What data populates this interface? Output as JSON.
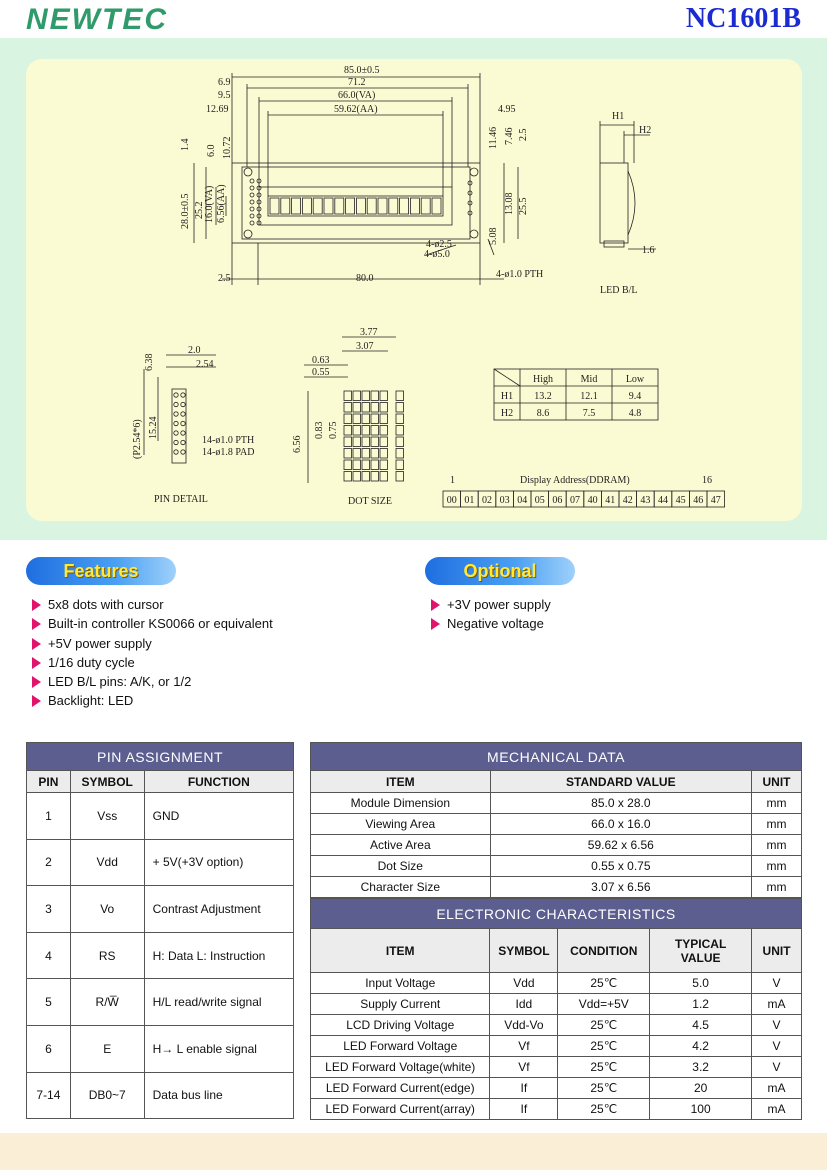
{
  "header": {
    "brand": "NEWTEC",
    "model": "NC1601B"
  },
  "drawing": {
    "dims": {
      "overall_w": "85.0±0.5",
      "w1": "71.2",
      "va": "66.0(VA)",
      "aa": "59.62(AA)",
      "l1": "6.9",
      "l2": "9.5",
      "l3": "12.69",
      "r1": "4.95",
      "v1": "1.4",
      "v2": "6.0",
      "v3": "10.72",
      "h_overall": "28.0±0.5",
      "h2": "25.2",
      "h_va": "16.0(VA)",
      "h_aa": "6.56(AA)",
      "rv1": "11.46",
      "rv2": "7.46",
      "rv3": "2.5",
      "rv4": "13.08",
      "rv5": "25.5",
      "rv6": "5.08",
      "hole1": "4-ø2.5",
      "hole2": "4-ø5.0",
      "pth": "4-ø1.0 PTH",
      "bottom_l": "2.5",
      "bottom_w": "80.0",
      "side_h1": "H1",
      "side_h2": "H2",
      "side_16": "1.6",
      "led_bl": "LED B/L",
      "pin_638": "6.38",
      "pin_20": "2.0",
      "pin_254": "2.54",
      "pin_p254": "(P2.54*6)",
      "pin_1524": "15.24",
      "pin_pth": "14-ø1.0 PTH",
      "pin_pad": "14-ø1.8 PAD",
      "pin_detail": "PIN DETAIL",
      "dot_377": "3.77",
      "dot_307": "3.07",
      "dot_063": "0.63",
      "dot_055": "0.55",
      "dot_656": "6.56",
      "dot_083": "0.83",
      "dot_075": "0.75",
      "dot_size": "DOT SIZE"
    },
    "h_table": {
      "cols": [
        "High",
        "Mid",
        "Low"
      ],
      "rows": [
        {
          "label": "H1",
          "values": [
            "13.2",
            "12.1",
            "9.4"
          ]
        },
        {
          "label": "H2",
          "values": [
            "8.6",
            "7.5",
            "4.8"
          ]
        }
      ]
    },
    "ddram": {
      "start": "1",
      "title": "Display Address(DDRAM)",
      "end": "16",
      "cells": [
        "00",
        "01",
        "02",
        "03",
        "04",
        "05",
        "06",
        "07",
        "40",
        "41",
        "42",
        "43",
        "44",
        "45",
        "46",
        "47"
      ]
    }
  },
  "features": {
    "title": "Features",
    "items": [
      "5x8 dots with cursor",
      "Built-in controller KS0066 or equivalent",
      "+5V power supply",
      "1/16 duty cycle",
      "LED B/L pins: A/K, or 1/2",
      "Backlight: LED"
    ]
  },
  "optional": {
    "title": "Optional",
    "items": [
      "+3V power supply",
      "Negative voltage"
    ]
  },
  "pin_assignment": {
    "title": "PIN ASSIGNMENT",
    "headers": [
      "PIN",
      "SYMBOL",
      "FUNCTION"
    ],
    "rows": [
      [
        "1",
        "Vss",
        "GND"
      ],
      [
        "2",
        "Vdd",
        "+ 5V(+3V option)"
      ],
      [
        "3",
        "Vo",
        "Contrast Adjustment"
      ],
      [
        "4",
        "RS",
        "H: Data L: Instruction"
      ],
      [
        "5",
        "R/W̅",
        "H/L read/write signal"
      ],
      [
        "6",
        "E",
        "H→ L enable signal"
      ],
      [
        "7-14",
        "DB0~7",
        "Data bus line"
      ]
    ]
  },
  "mechanical": {
    "title": "MECHANICAL DATA",
    "headers": [
      "ITEM",
      "STANDARD VALUE",
      "UNIT"
    ],
    "rows": [
      [
        "Module Dimension",
        "85.0 x 28.0",
        "mm"
      ],
      [
        "Viewing Area",
        "66.0 x 16.0",
        "mm"
      ],
      [
        "Active Area",
        "59.62 x 6.56",
        "mm"
      ],
      [
        "Dot Size",
        "0.55 x 0.75",
        "mm"
      ],
      [
        "Character Size",
        "3.07 x 6.56",
        "mm"
      ]
    ]
  },
  "electronic": {
    "title": "ELECTRONIC CHARACTERISTICS",
    "headers": [
      "ITEM",
      "SYMBOL",
      "CONDITION",
      "TYPICAL VALUE",
      "UNIT"
    ],
    "rows": [
      [
        "Input Voltage",
        "Vdd",
        "25℃",
        "5.0",
        "V"
      ],
      [
        "Supply Current",
        "Idd",
        "Vdd=+5V",
        "1.2",
        "mA"
      ],
      [
        "LCD Driving Voltage",
        "Vdd-Vo",
        "25℃",
        "4.5",
        "V"
      ],
      [
        "LED Forward Voltage",
        "Vf",
        "25℃",
        "4.2",
        "V"
      ],
      [
        "LED Forward Voltage(white)",
        "Vf",
        "25℃",
        "3.2",
        "V"
      ],
      [
        "LED Forward Current(edge)",
        "If",
        "25℃",
        "20",
        "mA"
      ],
      [
        "LED Forward Current(array)",
        "If",
        "25℃",
        "100",
        "mA"
      ]
    ]
  }
}
